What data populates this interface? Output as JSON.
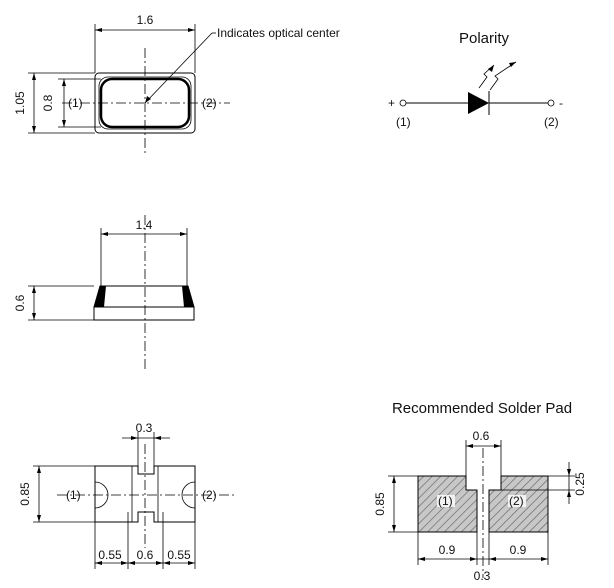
{
  "top_view": {
    "width": "1.6",
    "height_outer": "1.05",
    "height_lens": "0.8",
    "pin1": "(1)",
    "pin2": "(2)",
    "optical_note": "Indicates optical center"
  },
  "polarity": {
    "title": "Polarity",
    "plus": "+",
    "minus": "-",
    "pin1": "(1)",
    "pin2": "(2)"
  },
  "side_view": {
    "width": "1.4",
    "height": "0.6"
  },
  "bottom_view": {
    "gap": "0.3",
    "height": "0.85",
    "pin1": "(1)",
    "pin2": "(2)",
    "w_left": "0.55",
    "w_mid": "0.6",
    "w_right": "0.55"
  },
  "solder_pad": {
    "title": "Recommended Solder Pad",
    "top_width": "0.6",
    "notch": "0.25",
    "height": "0.85",
    "pad_left": "0.9",
    "pad_right": "0.9",
    "gap": "0.3",
    "pin1": "(1)",
    "pin2": "(2)"
  }
}
